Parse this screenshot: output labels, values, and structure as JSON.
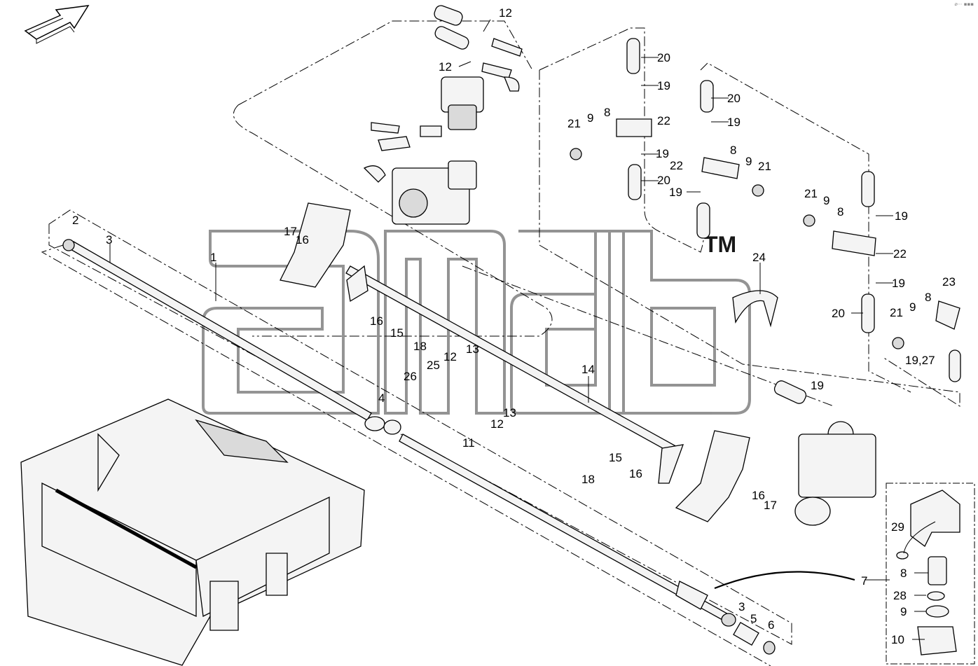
{
  "corner_mark": "⌀⋯ ▪▪▪",
  "watermark": {
    "text": "ama",
    "tm": "TM"
  },
  "callouts": [
    {
      "id": "c12a",
      "text": "12"
    },
    {
      "id": "c12b",
      "text": "12"
    },
    {
      "id": "c20a",
      "text": "20"
    },
    {
      "id": "c19a",
      "text": "19"
    },
    {
      "id": "c21a",
      "text": "21"
    },
    {
      "id": "c9a",
      "text": "9"
    },
    {
      "id": "c8a",
      "text": "8"
    },
    {
      "id": "c22a",
      "text": "22"
    },
    {
      "id": "c19b",
      "text": "19"
    },
    {
      "id": "c20b",
      "text": "20"
    },
    {
      "id": "c20c",
      "text": "20"
    },
    {
      "id": "c19c",
      "text": "19"
    },
    {
      "id": "c22b",
      "text": "22"
    },
    {
      "id": "c8b",
      "text": "8"
    },
    {
      "id": "c9b",
      "text": "9"
    },
    {
      "id": "c21b",
      "text": "21"
    },
    {
      "id": "c19d",
      "text": "19"
    },
    {
      "id": "c21c",
      "text": "21"
    },
    {
      "id": "c9c",
      "text": "9"
    },
    {
      "id": "c8c",
      "text": "8"
    },
    {
      "id": "c19e",
      "text": "19"
    },
    {
      "id": "c22c",
      "text": "22"
    },
    {
      "id": "c19f",
      "text": "19"
    },
    {
      "id": "c20d",
      "text": "20"
    },
    {
      "id": "c21d",
      "text": "21"
    },
    {
      "id": "c9d",
      "text": "9"
    },
    {
      "id": "c8d",
      "text": "8"
    },
    {
      "id": "c23",
      "text": "23"
    },
    {
      "id": "c1927",
      "text": "19,27"
    },
    {
      "id": "c24",
      "text": "24"
    },
    {
      "id": "c2",
      "text": "2"
    },
    {
      "id": "c3a",
      "text": "3"
    },
    {
      "id": "c17a",
      "text": "17"
    },
    {
      "id": "c16a",
      "text": "16"
    },
    {
      "id": "c1",
      "text": "1"
    },
    {
      "id": "c16b",
      "text": "16"
    },
    {
      "id": "c15a",
      "text": "15"
    },
    {
      "id": "c18a",
      "text": "18"
    },
    {
      "id": "c26",
      "text": "26"
    },
    {
      "id": "c25",
      "text": "25"
    },
    {
      "id": "c12c",
      "text": "12"
    },
    {
      "id": "c13a",
      "text": "13"
    },
    {
      "id": "c13b",
      "text": "13"
    },
    {
      "id": "c12d",
      "text": "12"
    },
    {
      "id": "c4",
      "text": "4"
    },
    {
      "id": "c11",
      "text": "11"
    },
    {
      "id": "c14",
      "text": "14"
    },
    {
      "id": "c19g",
      "text": "19"
    },
    {
      "id": "c15b",
      "text": "15"
    },
    {
      "id": "c16c",
      "text": "16"
    },
    {
      "id": "c18b",
      "text": "18"
    },
    {
      "id": "c16d",
      "text": "16"
    },
    {
      "id": "c17b",
      "text": "17"
    },
    {
      "id": "c7",
      "text": "7"
    },
    {
      "id": "c29",
      "text": "29"
    },
    {
      "id": "c8e",
      "text": "8"
    },
    {
      "id": "c28",
      "text": "28"
    },
    {
      "id": "c9e",
      "text": "9"
    },
    {
      "id": "c10",
      "text": "10"
    },
    {
      "id": "c3b",
      "text": "3"
    },
    {
      "id": "c5",
      "text": "5"
    },
    {
      "id": "c6",
      "text": "6"
    }
  ]
}
